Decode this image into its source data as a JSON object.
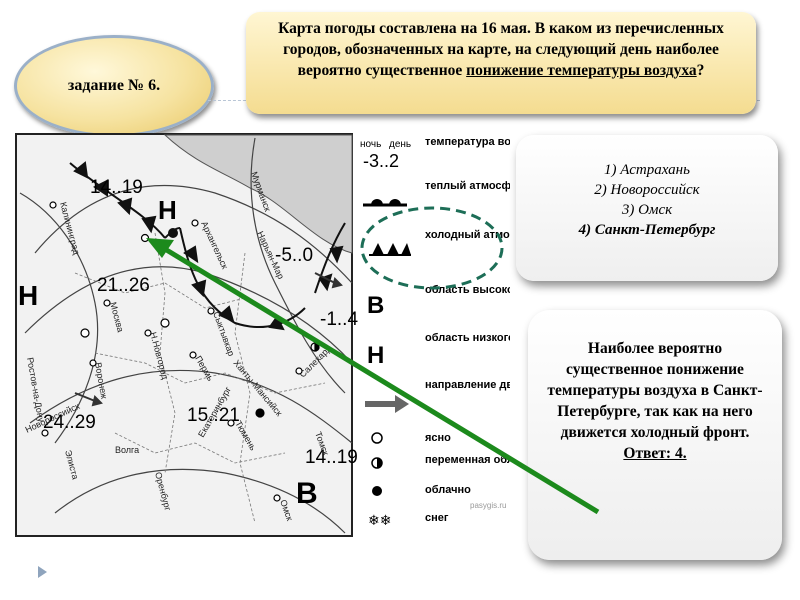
{
  "task": {
    "label": "задание № 6."
  },
  "question": {
    "part1": "Карта погоды составлена на 16 мая. В каком из перечисленных городов, обозначенных на карте, на следующий день наиболее вероятно существенное ",
    "underlined": "понижение температуры воздуха",
    "end": "?"
  },
  "map": {
    "legend": {
      "temp_header_night": "ночь",
      "temp_header_day": "день",
      "temp_example": "-3..2",
      "items": [
        "температура воздуха",
        "теплый атмосферный фронт",
        "холодный атмосферный фронт",
        "область высокого атмосферного давления",
        "область низкого атмосферного давления",
        "направление движения воздушных масс",
        "ясно",
        "переменная облачность",
        "облачно",
        "снег"
      ],
      "high_symbol": "В",
      "low_symbol": "Н"
    },
    "pressure_marks": [
      "Н",
      "Н",
      "В"
    ],
    "temperatures": [
      "14..19",
      "21..26",
      "-5..0",
      "-1..4",
      "24..29",
      "15..21",
      "14..19"
    ],
    "cities": [
      "Мурманск",
      "Калининград",
      "Москва",
      "Архангельск",
      "Нарьян-Мар",
      "Сыктывкар",
      "Н.Новгород",
      "Воронеж",
      "Пермь",
      "Салехард",
      "Ханты-Мансийск",
      "Ростов-на-Дону",
      "Новороссийск",
      "Волга",
      "Оренбург",
      "Екатеринбург",
      "Тюмень",
      "Томск",
      "Омск",
      "Элиста"
    ],
    "watermark": "pasygis.ru"
  },
  "answers": {
    "options": [
      "1) Астрахань",
      "2) Новороссийск",
      "3) Омск",
      "4) Санкт-Петербург"
    ]
  },
  "explanation": {
    "text": "Наиболее вероятно существенное понижение температуры воздуха в Санкт-Петербурге, так как на него движется холодный фронт.",
    "answer": "Ответ: 4."
  },
  "colors": {
    "arrow": "#1c8a1c",
    "oval_dash": "#1d6e57",
    "nav": "#8fa4bd"
  }
}
